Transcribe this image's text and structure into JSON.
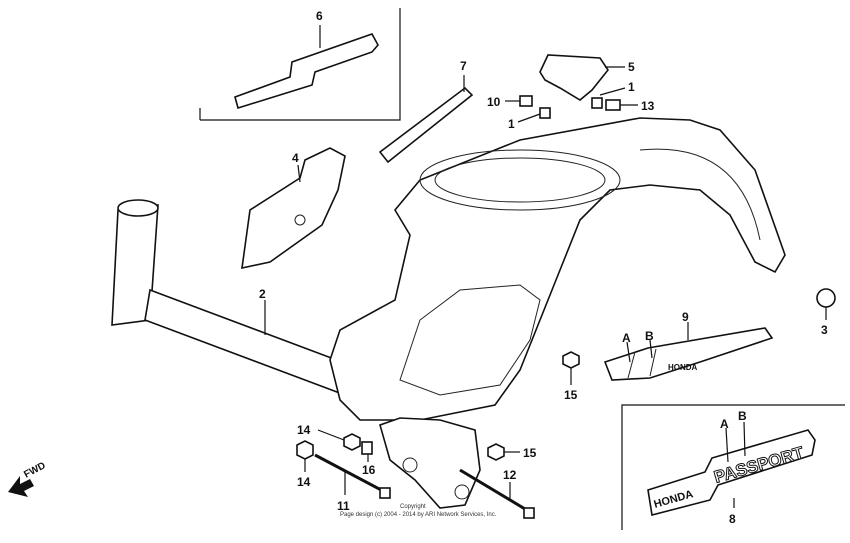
{
  "diagram": {
    "callouts": {
      "c1a": "1",
      "c1b": "1",
      "c2": "2",
      "c3": "3",
      "c4": "4",
      "c5": "5",
      "c6": "6",
      "c7": "7",
      "c8": "8",
      "c9": "9",
      "c10": "10",
      "c11": "11",
      "c12": "12",
      "c13": "13",
      "c14a": "14",
      "c14b": "14",
      "c15a": "15",
      "c15b": "15",
      "c16": "16",
      "a_stripe": "A",
      "b_stripe": "B",
      "a_emblem": "A",
      "b_emblem": "B"
    },
    "emblem_text": {
      "honda": "HONDA",
      "passport": "PASSPORT"
    },
    "stripe_text": "HONDA",
    "fwd_label": "FWD",
    "copyright_line1": "Copyright",
    "copyright_line2": "Page design (c) 2004 - 2014 by ARI Network Services, Inc."
  }
}
